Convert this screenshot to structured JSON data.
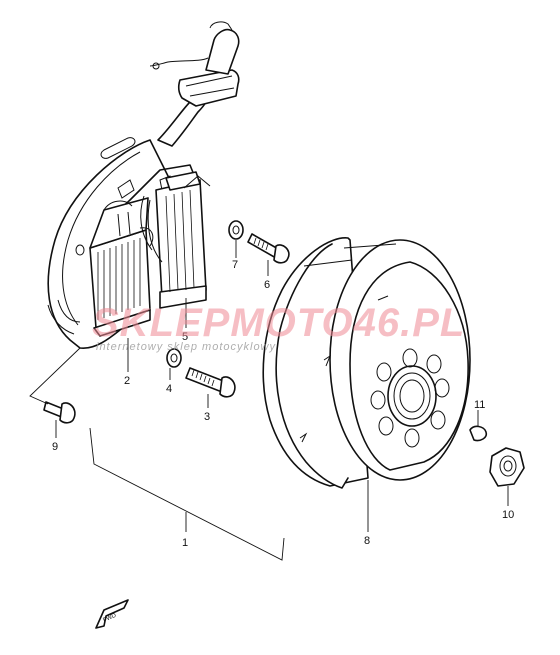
{
  "parts": [
    {
      "id": "1",
      "label": "1"
    },
    {
      "id": "2",
      "label": "2"
    },
    {
      "id": "3",
      "label": "3"
    },
    {
      "id": "4",
      "label": "4"
    },
    {
      "id": "5",
      "label": "5"
    },
    {
      "id": "6",
      "label": "6"
    },
    {
      "id": "7",
      "label": "7"
    },
    {
      "id": "8",
      "label": "8"
    },
    {
      "id": "9",
      "label": "9"
    },
    {
      "id": "10",
      "label": "10"
    },
    {
      "id": "11",
      "label": "11"
    }
  ],
  "watermark": {
    "brand_a": "SKLEP",
    "brand_b": "MOTO",
    "brand_c": "46",
    "brand_d": ".PL",
    "tagline": "internetowy sklep motocyklowy"
  },
  "fwd_label": "FWD"
}
